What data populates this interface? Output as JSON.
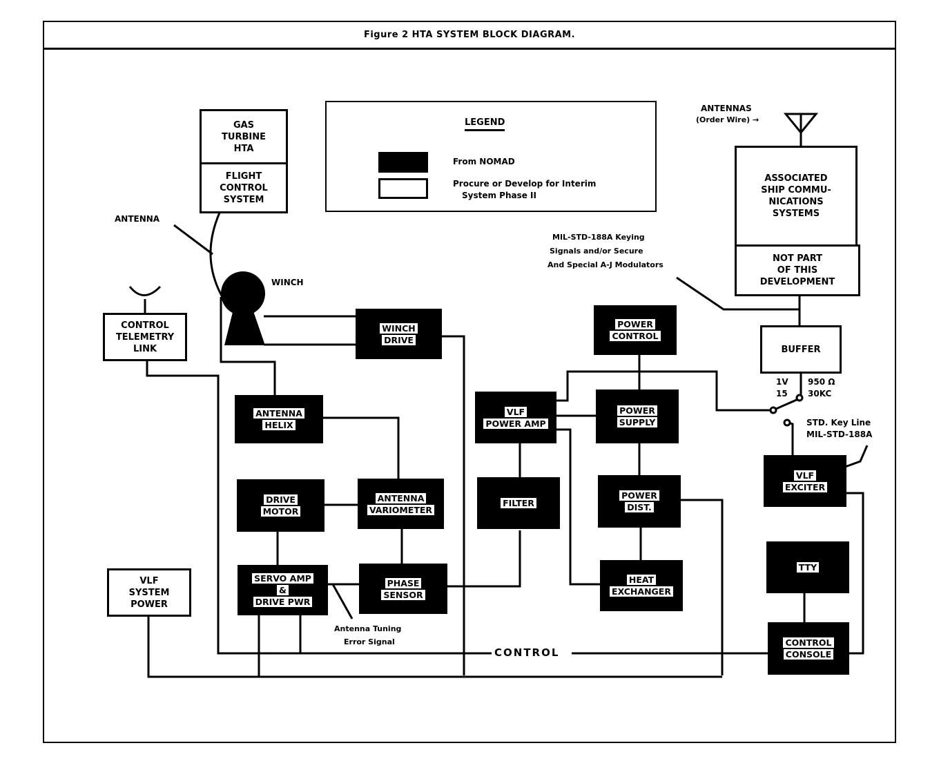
{
  "figure": {
    "title": "Figure 2     HTA SYSTEM BLOCK DIAGRAM."
  },
  "legend": {
    "title": "LEGEND",
    "items": [
      {
        "style": "filled-black",
        "label": "From NOMAD"
      },
      {
        "style": "outlined-white",
        "label_line1": "Procure or Develop for Interim",
        "label_line2": "System Phase II"
      }
    ]
  },
  "blocks": {
    "gas_turbine": {
      "lines": [
        "GAS",
        "TURBINE",
        "HTA"
      ],
      "style": "outlined-white"
    },
    "flight_control": {
      "lines": [
        "FLIGHT",
        "CONTROL",
        "SYSTEM"
      ],
      "style": "outlined-white"
    },
    "control_telemetry": {
      "lines": [
        "CONTROL",
        "TELEMETRY",
        "LINK"
      ],
      "style": "outlined-white"
    },
    "winch_drive": {
      "lines": [
        "WINCH",
        "DRIVE"
      ],
      "style": "filled-black"
    },
    "antenna_helix": {
      "lines": [
        "ANTENNA",
        "HELIX"
      ],
      "style": "filled-black"
    },
    "drive_motor": {
      "lines": [
        "DRIVE",
        "MOTOR"
      ],
      "style": "filled-black"
    },
    "antenna_variometer": {
      "lines": [
        "ANTENNA",
        "VARIOMETER"
      ],
      "style": "filled-black"
    },
    "servo_amp": {
      "lines": [
        "SERVO AMP",
        "&",
        "DRIVE PWR"
      ],
      "style": "filled-black"
    },
    "phase_sensor": {
      "lines": [
        "PHASE",
        "SENSOR"
      ],
      "style": "filled-black"
    },
    "vlf_power_amp": {
      "lines": [
        "VLF",
        "POWER AMP"
      ],
      "style": "filled-black"
    },
    "filter": {
      "lines": [
        "FILTER"
      ],
      "style": "filled-black"
    },
    "power_control": {
      "lines": [
        "POWER",
        "CONTROL"
      ],
      "style": "filled-black"
    },
    "power_supply": {
      "lines": [
        "POWER",
        "SUPPLY"
      ],
      "style": "filled-black"
    },
    "power_dist": {
      "lines": [
        "POWER",
        "DIST."
      ],
      "style": "filled-black"
    },
    "heat_exchanger": {
      "lines": [
        "HEAT",
        "EXCHANGER"
      ],
      "style": "filled-black"
    },
    "associated_ship": {
      "lines": [
        "ASSOCIATED",
        "SHIP COMMU-",
        "NICATIONS",
        "SYSTEMS"
      ],
      "style": "outlined-white"
    },
    "not_part": {
      "lines": [
        "NOT  PART",
        "OF  THIS",
        "DEVELOPMENT"
      ],
      "style": "outlined-white"
    },
    "buffer": {
      "lines": [
        "BUFFER"
      ],
      "style": "outlined-white"
    },
    "vlf_exciter": {
      "lines": [
        "VLF",
        "EXCITER"
      ],
      "style": "filled-black"
    },
    "tty": {
      "lines": [
        "TTY"
      ],
      "style": "filled-black"
    },
    "control_console": {
      "lines": [
        "CONTROL",
        "CONSOLE"
      ],
      "style": "filled-black"
    },
    "vlf_system_power": {
      "lines": [
        "VLF",
        "SYSTEM",
        "POWER"
      ],
      "style": "outlined-white"
    }
  },
  "labels": {
    "antenna": "ANTENNA",
    "winch": "WINCH",
    "antennas_line1": "ANTENNAS",
    "antennas_line2": "(Order Wire) →",
    "mil_std_line1": "MIL-STD-188A  Keying",
    "mil_std_line2": "Signals and/or Secure",
    "mil_std_line3": "And Special A-J Modulators",
    "buffer_left_1": "1V",
    "buffer_left_2": "15",
    "buffer_right_1": "950 Ω",
    "buffer_right_2": "30KC",
    "std_key_1": "STD. Key Line",
    "std_key_2": "MIL-STD-188A",
    "tuning_1": "Antenna Tuning",
    "tuning_2": "Error Signal",
    "control_bus": "CONTROL"
  }
}
